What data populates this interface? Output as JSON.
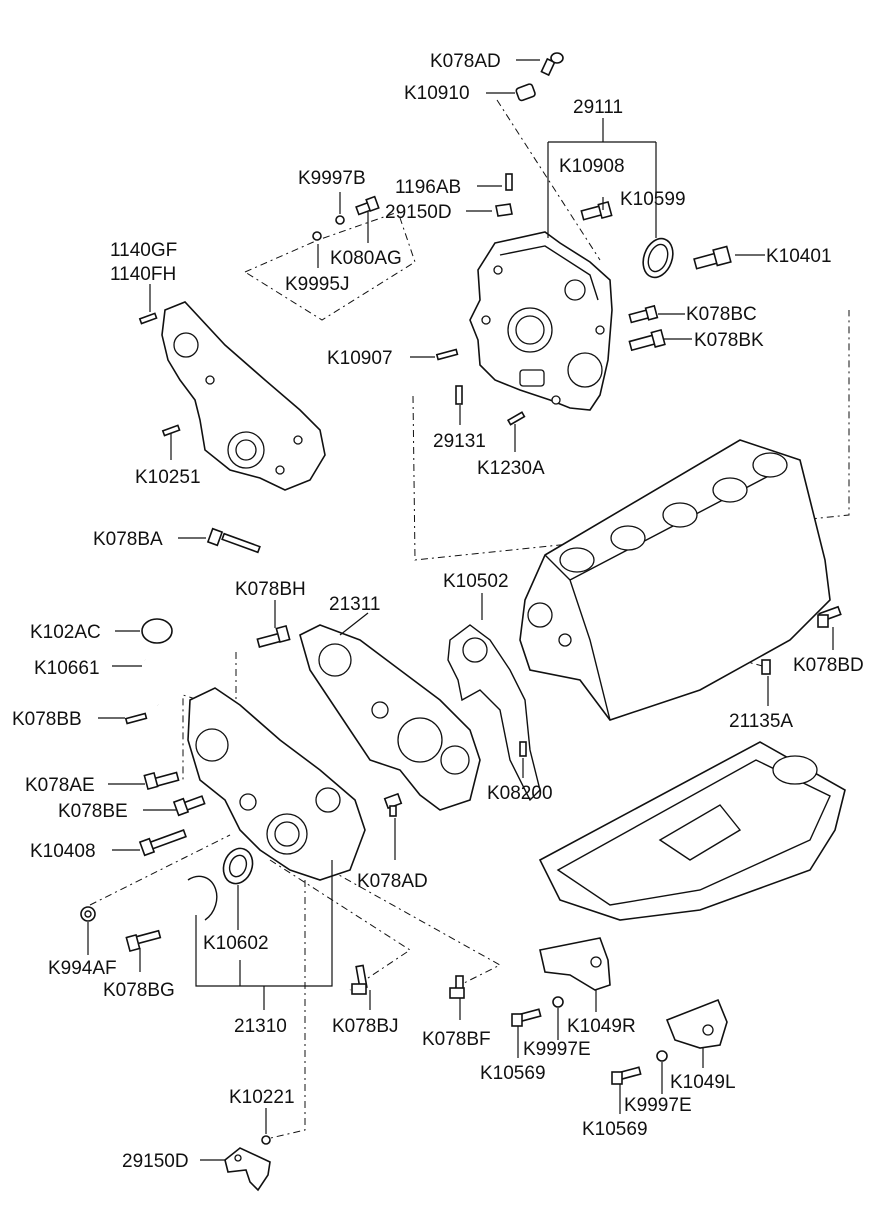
{
  "labels": {
    "K078AD_top": "K078AD",
    "K10910": "K10910",
    "n29111": "29111",
    "K10908": "K10908",
    "K10599": "K10599",
    "K9997B": "K9997B",
    "n1196AB": "1196AB",
    "n29150D_top": "29150D",
    "K080AG": "K080AG",
    "K9995J": "K9995J",
    "K10401": "K10401",
    "n1140GF": "1140GF",
    "n1140FH": "1140FH",
    "K078BC": "K078BC",
    "K078BK": "K078BK",
    "K10907": "K10907",
    "n29131": "29131",
    "K1230A": "K1230A",
    "K10251": "K10251",
    "K078BA": "K078BA",
    "K078BH": "K078BH",
    "n21311": "21311",
    "K10502": "K10502",
    "K102AC": "K102AC",
    "K10661": "K10661",
    "K078BD": "K078BD",
    "K078BB": "K078BB",
    "n21135A": "21135A",
    "K078AE": "K078AE",
    "K078BE": "K078BE",
    "K08200": "K08200",
    "K10408": "K10408",
    "K078AD_mid": "K078AD",
    "K994AF": "K994AF",
    "K10602": "K10602",
    "K078BG": "K078BG",
    "n21310": "21310",
    "K078BJ": "K078BJ",
    "K078BF": "K078BF",
    "K1049R": "K1049R",
    "K9997E_1": "K9997E",
    "K10569_1": "K10569",
    "K1049L": "K1049L",
    "K9997E_2": "K9997E",
    "K10569_2": "K10569",
    "K10221": "K10221",
    "n29150D_bot": "29150D"
  }
}
